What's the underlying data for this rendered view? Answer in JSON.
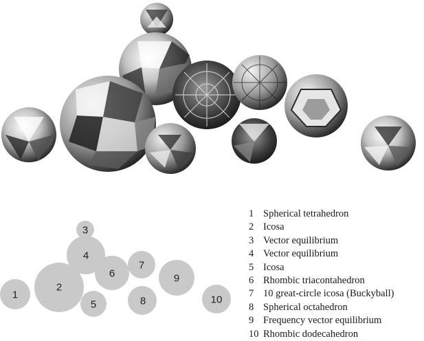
{
  "legend": [
    {
      "num": "1",
      "label": "Spherical tetrahedron"
    },
    {
      "num": "2",
      "label": "Icosa"
    },
    {
      "num": "3",
      "label": "Vector equilibrium"
    },
    {
      "num": "4",
      "label": "Vector equilibrium"
    },
    {
      "num": "5",
      "label": "Icosa"
    },
    {
      "num": "6",
      "label": "Rhombic triacontahedron"
    },
    {
      "num": "7",
      "label": "10 great-circle icosa (Buckyball)"
    },
    {
      "num": "8",
      "label": "Spherical octahedron"
    },
    {
      "num": "9",
      "label": "Frequency vector equilibrium"
    },
    {
      "num": "10",
      "label": "Rhombic dodecahedron"
    }
  ],
  "key_numbers": [
    "1",
    "2",
    "3",
    "4",
    "5",
    "6",
    "7",
    "8",
    "9",
    "10"
  ],
  "colors": {
    "key_circle_fill": "#c9c9c9",
    "text": "#1a1a1a"
  }
}
